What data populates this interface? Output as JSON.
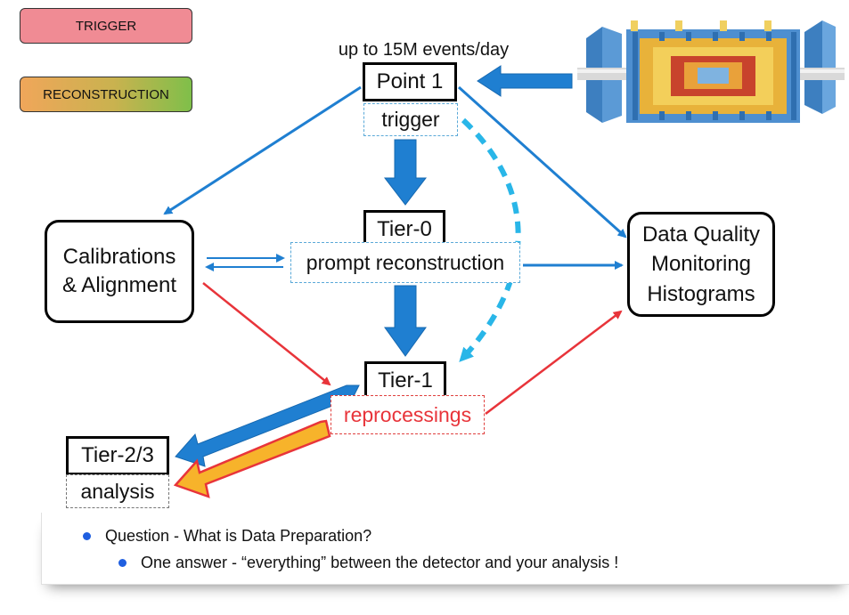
{
  "legend": {
    "trigger": "TRIGGER",
    "reconstruction": "RECONSTRUCTION"
  },
  "diagram": {
    "rate_label": "up to 15M events/day",
    "point1": "Point 1",
    "trigger": "trigger",
    "tier0": "Tier-0",
    "prompt": "prompt reconstruction",
    "calib_line1": "Calibrations",
    "calib_line2": "& Alignment",
    "dq_line1": "Data Quality",
    "dq_line2": "Monitoring",
    "dq_line3": "Histograms",
    "tier1": "Tier-1",
    "reprocessings": "reprocessings",
    "tier23": "Tier-2/3",
    "analysis": "analysis"
  },
  "colors": {
    "trigger_fill": "#f08b94",
    "reco_left": "#f0a65a",
    "reco_right": "#7fbf4a",
    "blue_arrow": "#1f7fd1",
    "red_arrow": "#e8343a",
    "cyan_dash": "#29b6e8",
    "orange_arrow": "#f7b32b"
  },
  "bullets": {
    "question": "Question - What is Data Preparation?",
    "answer": "One answer - “everything” between the detector and your analysis !"
  }
}
